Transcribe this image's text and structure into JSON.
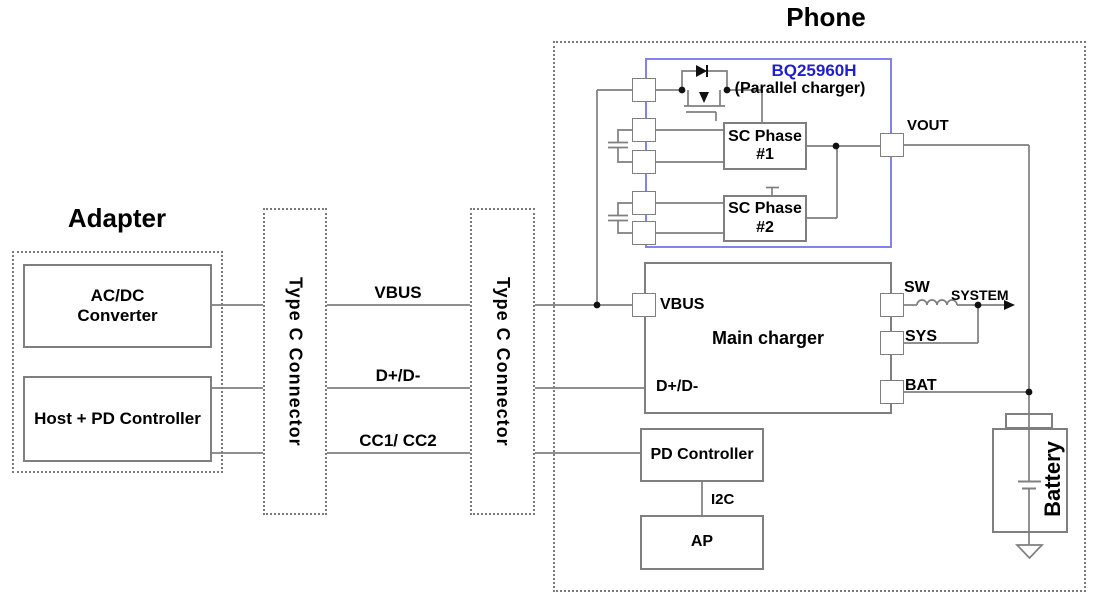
{
  "phone": {
    "title": "Phone"
  },
  "adapter": {
    "title": "Adapter",
    "acdc_label": "AC/DC\nConverter",
    "host_pd_label": "Host + PD Controller"
  },
  "type_c_connector_left": {
    "label": "Type C Connector"
  },
  "type_c_connector_right": {
    "label": "Type C Connector"
  },
  "bus_labels": {
    "vbus": "VBUS",
    "data": "D+/D-",
    "cc": "CC1/ CC2"
  },
  "parallel_charger": {
    "part_number": "BQ25960H",
    "subtitle": "(Parallel charger)",
    "sc_phase_1": "SC Phase\n#1",
    "sc_phase_2": "SC Phase\n#2",
    "vout_pin": "VOUT"
  },
  "main_charger": {
    "title": "Main charger",
    "vbus_pin": "VBUS",
    "data_pin": "D+/D-",
    "sw_pin": "SW",
    "sys_pin": "SYS",
    "bat_pin": "BAT",
    "system_label": "SYSTEM"
  },
  "pd_section": {
    "pd_controller_label": "PD Controller",
    "i2c_label": "I2C",
    "ap_label": "AP"
  },
  "battery": {
    "label": "Battery"
  },
  "colors": {
    "wire": "#7f7f7f",
    "parallel_charger_border": "#8282ec",
    "part_number_text": "#1f1fd2",
    "text": "#000000"
  }
}
